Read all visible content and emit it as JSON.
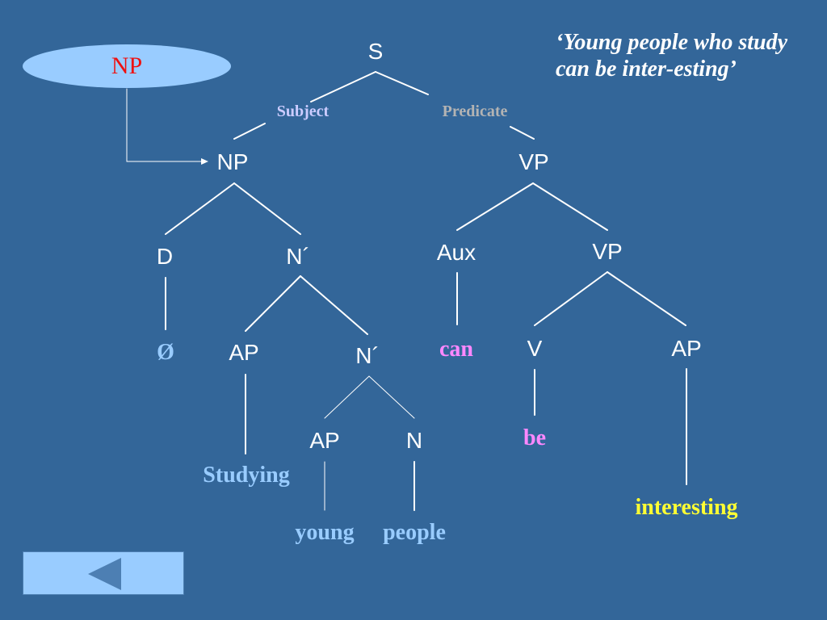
{
  "colors": {
    "background": "#336699",
    "line": "#ffffff",
    "node_text": "#ffffff",
    "subject_label": "#ccccff",
    "predicate_label": "#b3b3b3",
    "ellipse_fill": "#99ccff",
    "ellipse_text": "#ee1111",
    "word_blue": "#99ccff",
    "word_pink": "#ff88ff",
    "word_yellow": "#ffff33",
    "nav_fill": "#99ccff",
    "nav_arrow": "#4d7fb3"
  },
  "sentence": "‘Young people who study can be inter-esting’",
  "moved_phrase": {
    "label": "NP"
  },
  "tree": {
    "s": "S",
    "subject": "Subject",
    "predicate": "Predicate",
    "np": "NP",
    "vp": "VP",
    "d": "D",
    "nbar": "N´",
    "aux": "Aux",
    "vp2": "VP",
    "null_det": "Ø",
    "ap1": "AP",
    "nbar2": "N´",
    "can": "can",
    "v": "V",
    "ap3": "AP",
    "ap2": "AP",
    "n": "N",
    "studying": "Studying",
    "be": "be",
    "young": "young",
    "people": "people",
    "interesting": "interesting"
  },
  "navigation": {
    "back_icon": "back-arrow-icon"
  }
}
